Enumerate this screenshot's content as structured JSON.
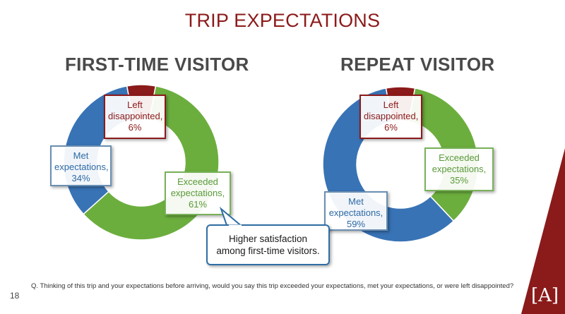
{
  "page_title": "TRIP EXPECTATIONS",
  "colors": {
    "green": "#6cae3e",
    "blue": "#3873b5",
    "red": "#8b1a1a"
  },
  "chart_data": [
    {
      "type": "pie",
      "title": "FIRST-TIME VISITOR",
      "slices": [
        {
          "label": "Left disappointed,",
          "value": 6,
          "value_label": "6%"
        },
        {
          "label": "Exceeded expectations,",
          "value": 61,
          "value_label": "61%"
        },
        {
          "label": "Met expectations,",
          "value": 34,
          "value_label": "34%"
        }
      ]
    },
    {
      "type": "pie",
      "title": "REPEAT VISITOR",
      "slices": [
        {
          "label": "Left disappointed,",
          "value": 6,
          "value_label": "6%"
        },
        {
          "label": "Exceeded expectations,",
          "value": 35,
          "value_label": "35%"
        },
        {
          "label": "Met expectations,",
          "value": 59,
          "value_label": "59%"
        }
      ]
    }
  ],
  "callout": {
    "line1": "Higher satisfaction",
    "line2": "among first-time visitors."
  },
  "footnote": "Q.  Thinking of this trip and your expectations before arriving, would you say this trip exceeded your expectations, met your expectations, or were left disappointed?",
  "page_number": "18",
  "logo_text": "[A]"
}
